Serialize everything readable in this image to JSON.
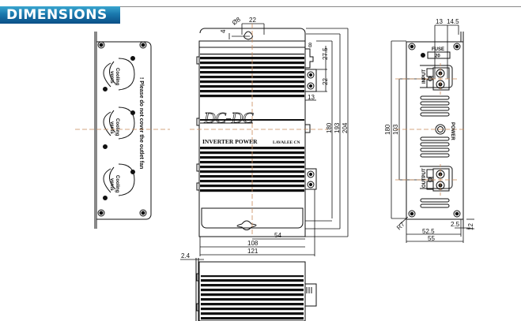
{
  "header": {
    "title": "DIMENSIONS"
  },
  "fan_panel": {
    "fan_label": "Cooling",
    "fan_sublabel": "vents",
    "warning": "! Please do not cover the outlet fan"
  },
  "front_view": {
    "brand_title": "DC-DC",
    "brand_subtitle": "INVERTER POWER",
    "maker": "LAVALEE CN",
    "dims": {
      "hole_dia": "Ø8",
      "hole_offset": "4",
      "hole_width": "22",
      "term_gap": "8",
      "term_top": "27.5",
      "term_pitch": "22",
      "term_width": "13",
      "h1": "180",
      "h2": "193",
      "h3": "204",
      "half": "54",
      "w1": "108",
      "w2": "121"
    }
  },
  "side_view": {
    "dims": {
      "flange": "2.4"
    }
  },
  "end_view": {
    "fuse_label": "FUSE",
    "fuse_value": "20",
    "input_label": "INPUT",
    "output_label": "OUTPUT",
    "power_label": "POWER",
    "dims": {
      "top1": "13",
      "top2": "14.5",
      "h1": "180",
      "h2": "103",
      "radius": "R7",
      "edge": "2.5",
      "lip": "12",
      "w1": "52.5",
      "w2": "55"
    }
  }
}
